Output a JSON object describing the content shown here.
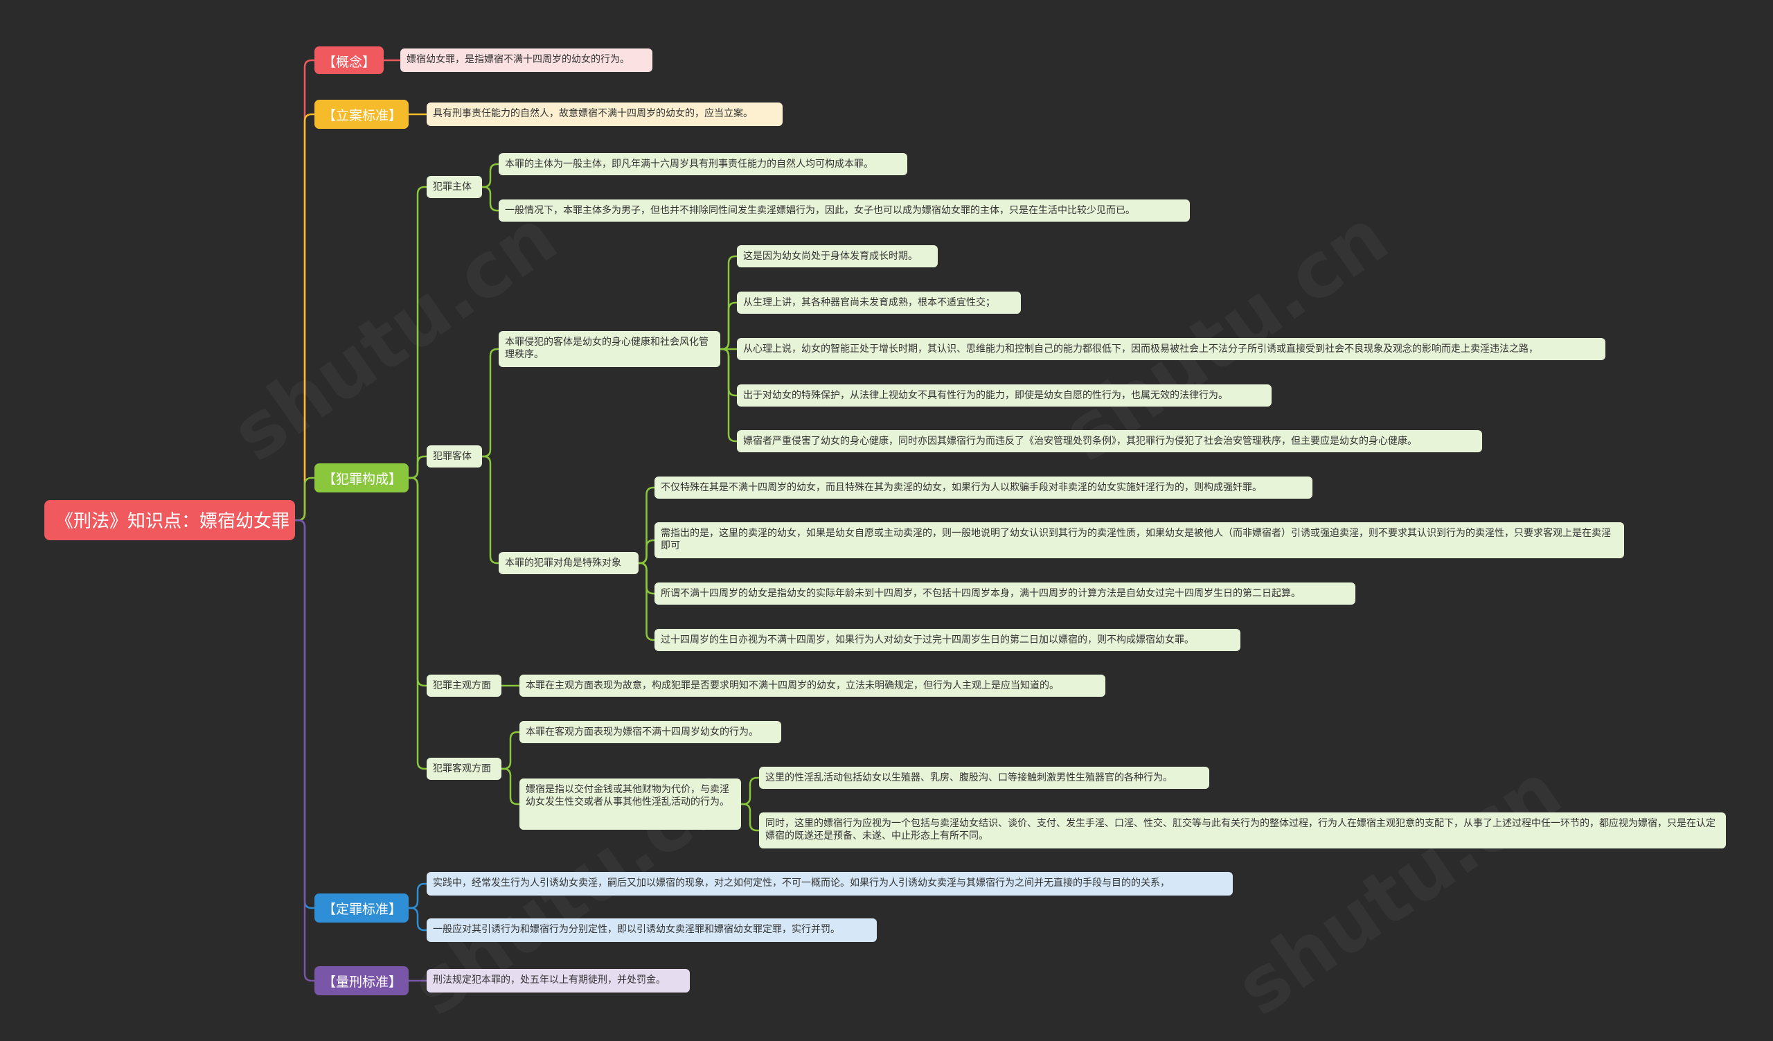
{
  "root": {
    "text": "《刑法》知识点：嫖宿幼女罪"
  },
  "colors": {
    "root": "#f05a5e",
    "concept": "#f05a5e",
    "case_standard": "#f6bb2a",
    "composition": "#8ac73c",
    "conviction": "#2e8fd6",
    "sentencing": "#7a56a8"
  },
  "branches": {
    "concept": {
      "label": "【概念】",
      "items": [
        "嫖宿幼女罪，是指嫖宿不满十四周岁的幼女的行为。"
      ]
    },
    "case_standard": {
      "label": "【立案标准】",
      "items": [
        "具有刑事责任能力的自然人，故意嫖宿不满十四周岁的幼女的，应当立案。"
      ]
    },
    "composition": {
      "label": "【犯罪构成】",
      "subject": {
        "label": "犯罪主体",
        "items": [
          "本罪的主体为一般主体，即凡年满十六周岁具有刑事责任能力的自然人均可构成本罪。",
          "一般情况下，本罪主体多为男子，但也并不排除同性间发生卖淫嫖娼行为，因此，女子也可以成为嫖宿幼女罪的主体，只是在生活中比较少见而已。"
        ]
      },
      "object": {
        "label": "犯罪客体",
        "interest": {
          "label": "本罪侵犯的客体是幼女的身心健康和社会风化管理秩序。",
          "items": [
            "这是因为幼女尚处于身体发育成长时期。",
            "从生理上讲，其各种器官尚未发育成熟，根本不适宜性交；",
            "从心理上说，幼女的智能正处于增长时期，其认识、思维能力和控制自己的能力都很低下，因而极易被社会上不法分子所引诱或直接受到社会不良现象及观念的影响而走上卖淫违法之路，",
            "出于对幼女的特殊保护，从法律上视幼女不具有性行为的能力，即使是幼女自愿的性行为，也属无效的法律行为。",
            "嫖宿者严重侵害了幼女的身心健康，同时亦因其嫖宿行为而违反了《治安管理处罚条例》，其犯罪行为侵犯了社会治安管理秩序，但主要应是幼女的身心健康。"
          ]
        },
        "target": {
          "label": "本罪的犯罪对角是特殊对象",
          "items": [
            "不仅特殊在其是不满十四周岁的幼女，而且特殊在其为卖淫的幼女，如果行为人以欺骗手段对非卖淫的幼女实施奸淫行为的，则构成强奸罪。",
            "需指出的是，这里的卖淫的幼女，如果是幼女自愿或主动卖淫的，则一般地说明了幼女认识到其行为的卖淫性质，如果幼女是被他人（而非嫖宿者）引诱或强迫卖淫，则不要求其认识到行为的卖淫性，只要求客观上是在卖淫即可",
            "所谓不满十四周岁的幼女是指幼女的实际年龄未到十四周岁，不包括十四周岁本身，满十四周岁的计算方法是自幼女过完十四周岁生日的第二日起算。",
            "过十四周岁的生日亦视为不满十四周岁，如果行为人对幼女于过完十四周岁生日的第二日加以嫖宿的，则不构成嫖宿幼女罪。"
          ]
        }
      },
      "subjective": {
        "label": "犯罪主观方面",
        "items": [
          "本罪在主观方面表现为故意，构成犯罪是否要求明知不满十四周岁的幼女，立法未明确规定，但行为人主观上是应当知道的。"
        ]
      },
      "objective": {
        "label": "犯罪客观方面",
        "first": "本罪在客观方面表现为嫖宿不满十四周岁幼女的行为。",
        "whoring": {
          "label": "嫖宿是指以交付金钱或其他财物为代价，与卖淫幼女发生性交或者从事其他性淫乱活动的行为。",
          "items": [
            "这里的性淫乱活动包括幼女以生殖器、乳房、腹股沟、口等接触刺激男性生殖器官的各种行为。",
            "同时，这里的嫖宿行为应视为一个包括与卖淫幼女结识、谈价、支付、发生手淫、口淫、性交、肛交等与此有关行为的整体过程，行为人在嫖宿主观犯意的支配下，从事了上述过程中任一环节的，都应视为嫖宿，只是在认定嫖宿的既遂还是预备、未遂、中止形态上有所不同。"
          ]
        }
      }
    },
    "conviction": {
      "label": "【定罪标准】",
      "items": [
        "实践中，经常发生行为人引诱幼女卖淫，嗣后又加以嫖宿的现象，对之如何定性，不可一概而论。如果行为人引诱幼女卖淫与其嫖宿行为之间并无直接的手段与目的的关系，",
        "一般应对其引诱行为和嫖宿行为分别定性，即以引诱幼女卖淫罪和嫖宿幼女罪定罪，实行并罚。"
      ]
    },
    "sentencing": {
      "label": "【量刑标准】",
      "items": [
        "刑法规定犯本罪的，处五年以上有期徒刑，并处罚金。"
      ]
    }
  }
}
